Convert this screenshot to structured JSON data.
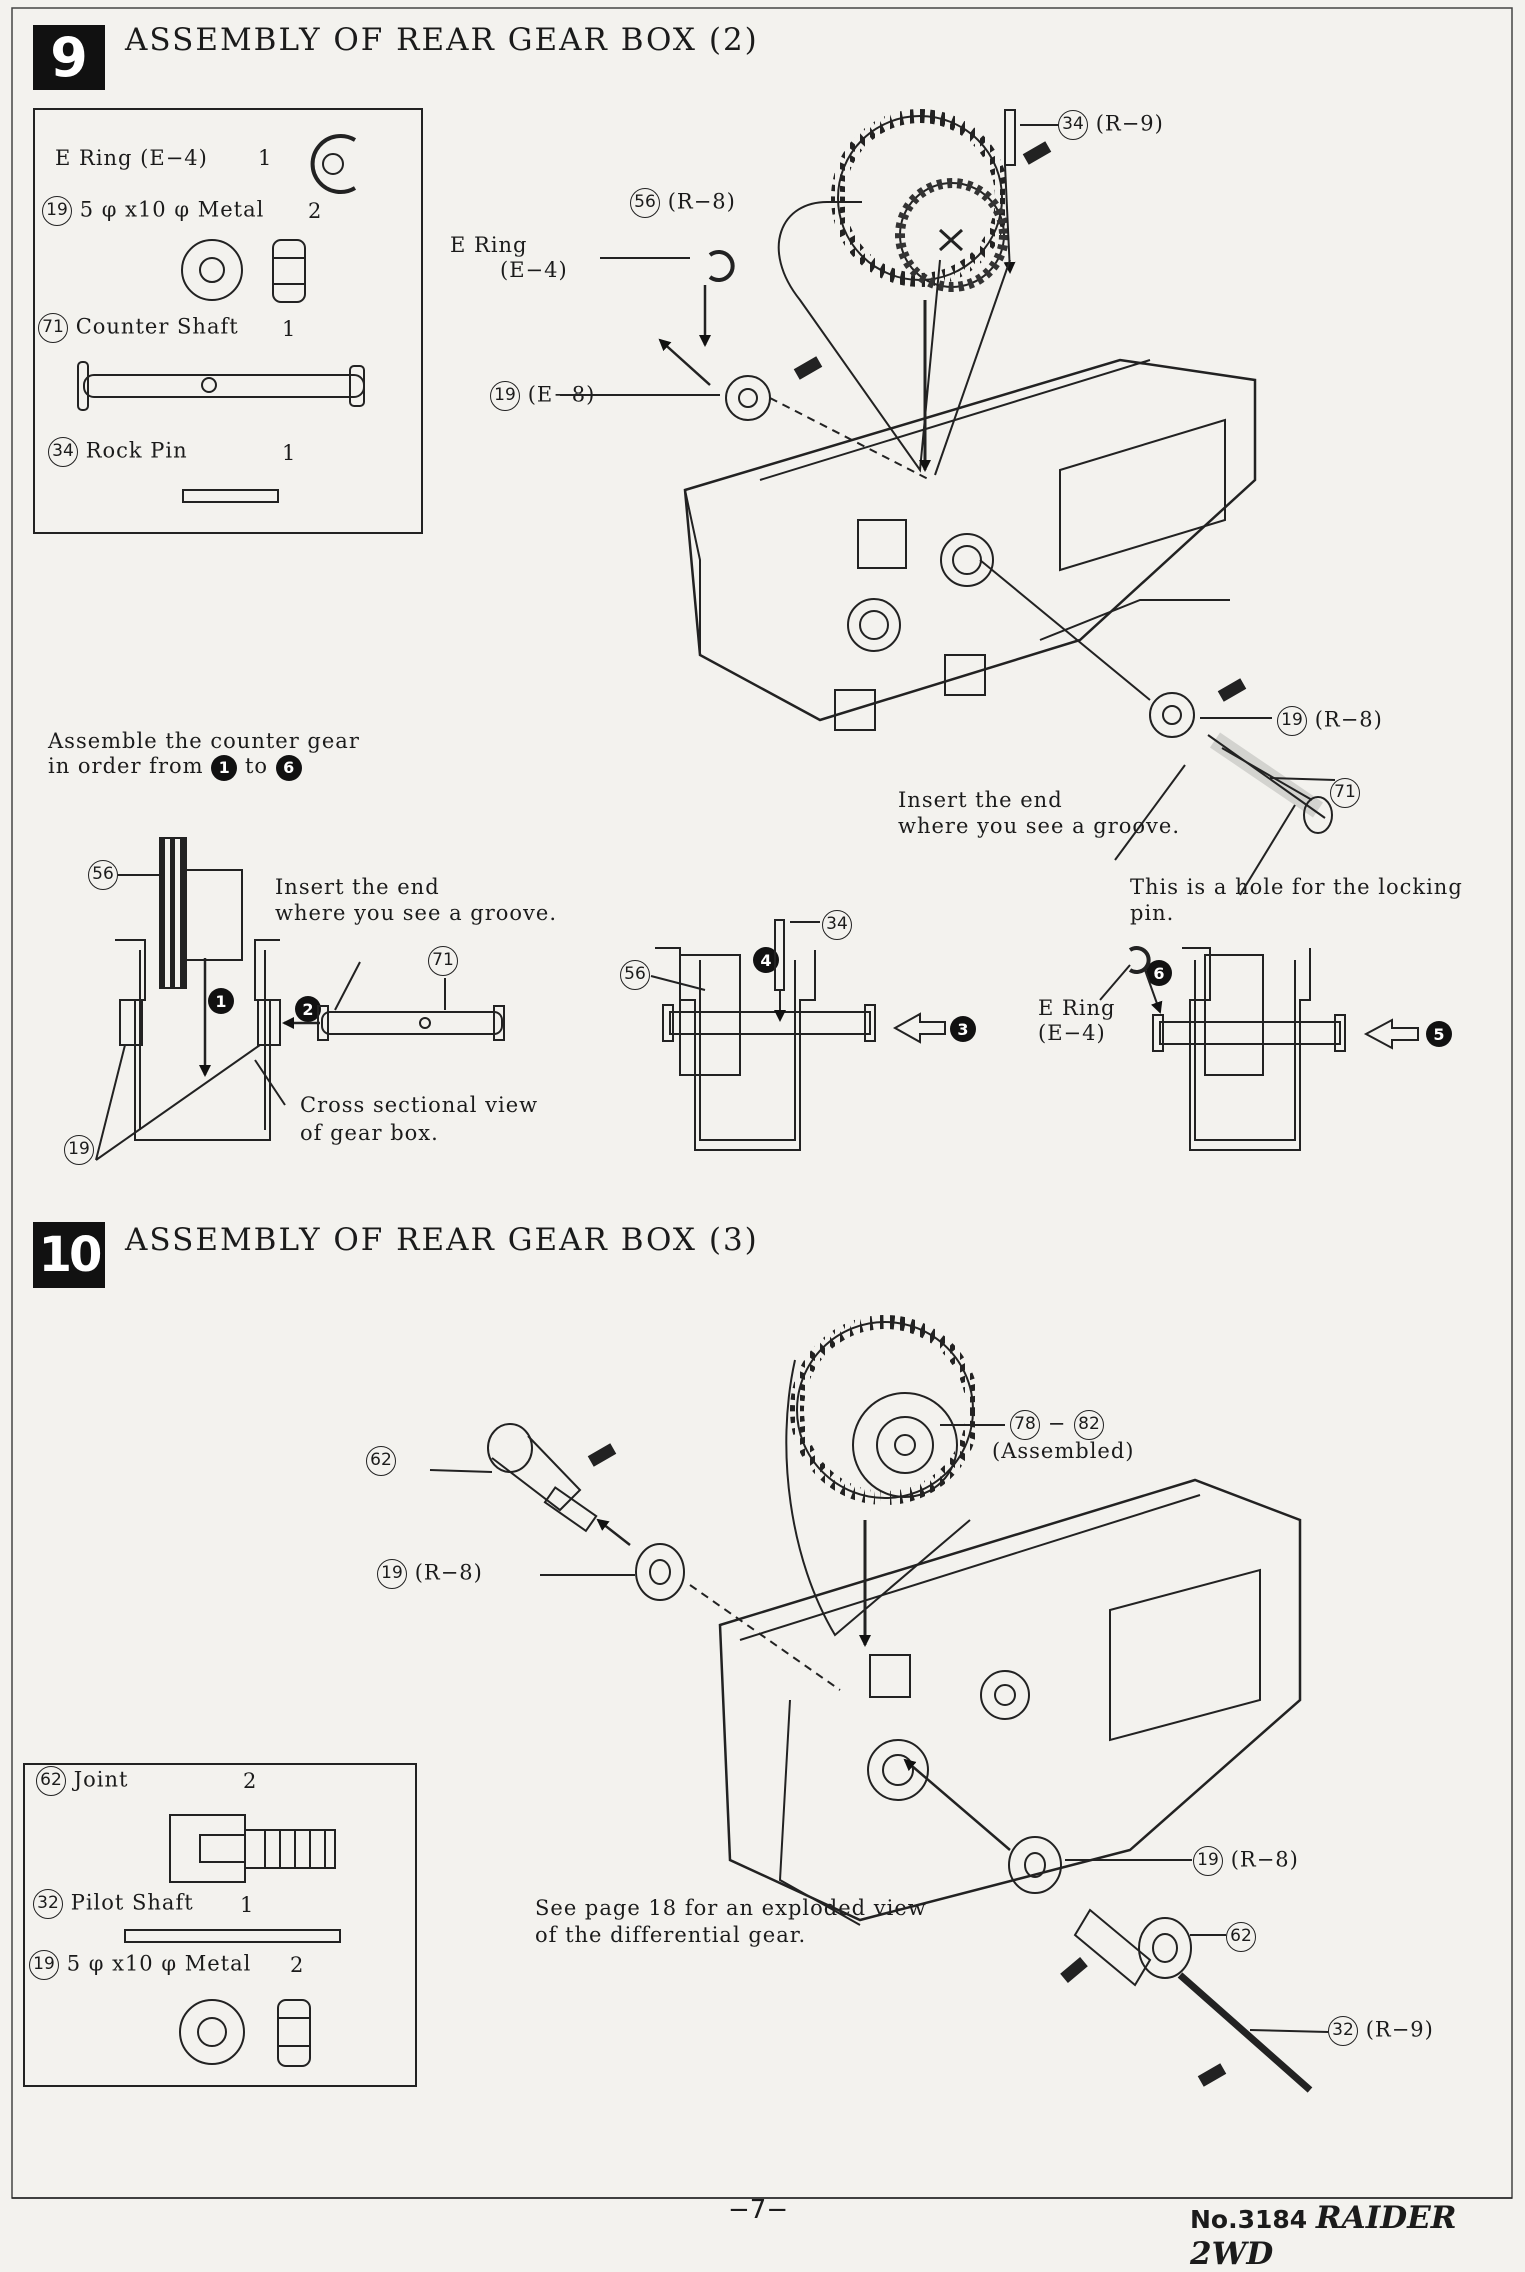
{
  "section9": {
    "number": "9",
    "title": "ASSEMBLY OF REAR GEAR BOX (2)",
    "parts": [
      {
        "ref": "",
        "name": "E Ring (E−4)",
        "qty": "1"
      },
      {
        "ref": "19",
        "name": "5 φ x10 φ Metal",
        "qty": "2"
      },
      {
        "ref": "71",
        "name": "Counter Shaft",
        "qty": "1"
      },
      {
        "ref": "34",
        "name": "Rock Pin",
        "qty": "1"
      }
    ],
    "callouts": {
      "c34": "34",
      "c34_code": "(R−9)",
      "c56": "56",
      "c56_code": "(R−8)",
      "ering_label": "E Ring",
      "ering_code": "(E−4)",
      "c19a": "19",
      "c19a_code": "(E−8)",
      "c19b": "19",
      "c19b_code": "(R−8)",
      "c71": "71"
    },
    "note_order": "Assemble the counter gear",
    "note_order2": "in order from",
    "note_order_to": "to",
    "step_first": "1",
    "step_last": "6",
    "insert_groove_1": "Insert the end",
    "insert_groove_2": "where you see a groove.",
    "hole_note_1": "This is a hole for the locking",
    "hole_note_2": "pin.",
    "cross_section_1": "Cross sectional view",
    "cross_section_2": "of gear box.",
    "diagram": {
      "c56a": "56",
      "c71a": "71",
      "c19c": "19",
      "c56b": "56",
      "c34b": "34",
      "ering2_label": "E Ring",
      "ering2_code": "(E−4)",
      "insert_groove_left_1": "Insert the end",
      "insert_groove_left_2": "where you see a groove.",
      "steps": [
        "1",
        "2",
        "3",
        "4",
        "5",
        "6"
      ]
    }
  },
  "section10": {
    "number": "10",
    "title": "ASSEMBLY OF REAR GEAR BOX (3)",
    "parts": [
      {
        "ref": "62",
        "name": "Joint",
        "qty": "2"
      },
      {
        "ref": "32",
        "name": "Pilot Shaft",
        "qty": "1"
      },
      {
        "ref": "19",
        "name": "5 φ x10 φ Metal",
        "qty": "2"
      }
    ],
    "callouts": {
      "c62": "62",
      "c19": "19",
      "c19_code": "(R−8)",
      "c78": "78",
      "dash": "−",
      "c82": "82",
      "assembled": "(Assembled)",
      "c19b": "19",
      "c19b_code": "(R−8)",
      "c62b": "62",
      "c32": "32",
      "c32_code": "(R−9)"
    },
    "see_page_1": "See page 18 for an exploded view",
    "see_page_2": "of the differential gear."
  },
  "footer": {
    "page": "−7−",
    "model_no": "No.3184",
    "brand": "RAIDER 2WD"
  }
}
